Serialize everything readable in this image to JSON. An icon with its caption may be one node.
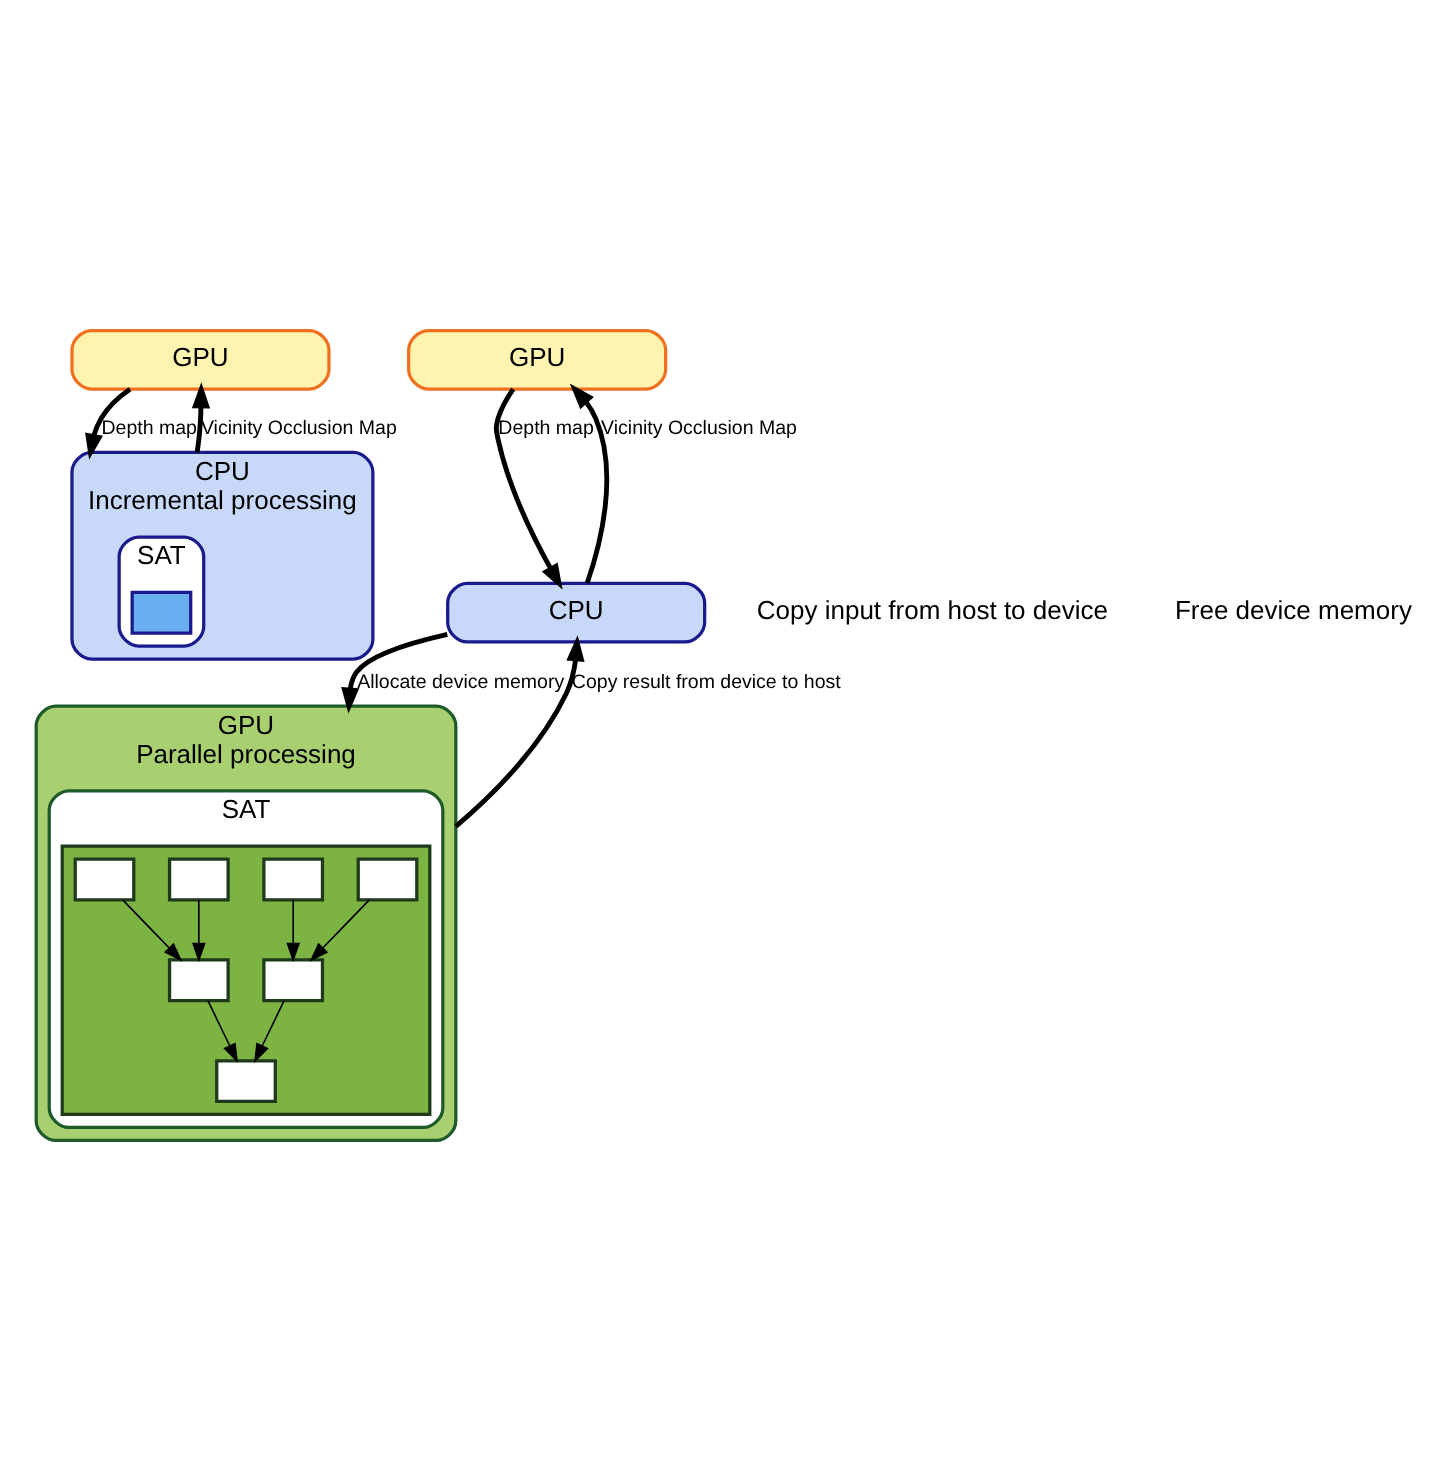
{
  "diagram": {
    "nodes": [
      {
        "text": [
          "GPU"
        ]
      },
      {
        "text": [
          "CPU",
          "Incremental processing"
        ]
      },
      {
        "text": [
          "SAT"
        ],
        "in": 1
      },
      {
        "text": [],
        "shape": "box",
        "in": 2
      },
      {
        "text": [
          "GPU"
        ]
      },
      {
        "text": [
          "CPU"
        ]
      },
      {
        "text": [
          "GPU",
          "Parallel processing"
        ]
      },
      {
        "text": [
          "SAT"
        ],
        "in": 6
      },
      {
        "text": [],
        "shape": "box",
        "in": 7
      },
      {
        "text": [],
        "shape": "box",
        "in": 8
      },
      {
        "text": [],
        "shape": "box",
        "in": 8
      },
      {
        "text": [],
        "shape": "box",
        "in": 8
      },
      {
        "text": [],
        "shape": "box",
        "in": 8
      },
      {
        "text": [],
        "shape": "box",
        "in": 8
      },
      {
        "text": [],
        "shape": "box",
        "in": 8
      },
      {
        "text": [],
        "shape": "box",
        "in": 8
      }
    ],
    "edges": [
      {
        "from": 0,
        "to": 1,
        "arrow": "to",
        "label": "Depth map",
        "style": "thick"
      },
      {
        "from": 1,
        "to": 0,
        "arrow": "to",
        "label": "Vicinity Occlusion Map",
        "style": "thick"
      },
      {
        "from": 4,
        "to": 5,
        "arrow": "to",
        "label": "Depth map",
        "style": "thick"
      },
      {
        "from": 5,
        "to": 4,
        "arrow": "to",
        "label": "Vicinity Occlusion Map",
        "style": "thick"
      },
      {
        "from": 5,
        "to": 6,
        "arrow": "to",
        "label": "Allocate device memory",
        "style": "thick"
      },
      {
        "from": 6,
        "to": 5,
        "arrow": "to",
        "label": "Copy result from device to host",
        "style": "thick"
      },
      {
        "from": 9,
        "to": 13,
        "arrow": "to"
      },
      {
        "from": 10,
        "to": 13,
        "arrow": "to"
      },
      {
        "from": 11,
        "to": 14,
        "arrow": "to"
      },
      {
        "from": 12,
        "to": 14,
        "arrow": "to"
      },
      {
        "from": 13,
        "to": 15,
        "arrow": "to"
      },
      {
        "from": 14,
        "to": 15,
        "arrow": "to"
      }
    ],
    "labels": [
      "Copy input from host to device",
      "Free device memory"
    ]
  }
}
